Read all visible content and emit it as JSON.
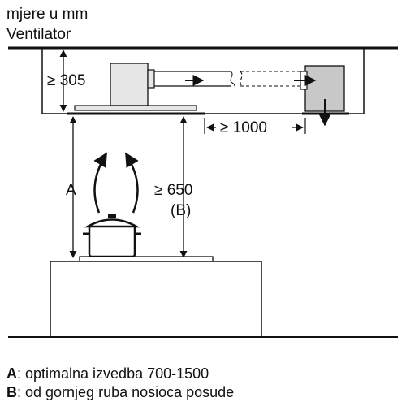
{
  "header": {
    "units": "mjere u mm",
    "title": "Ventilator"
  },
  "dimensions": {
    "ceiling_depth": "≥ 305",
    "duct_length": "≥ 1000",
    "height_a": "A",
    "height_b_value": "≥ 650",
    "height_b_note": "(B)"
  },
  "legend": [
    {
      "key": "A",
      "text": ": optimalna izvedba 700-1500"
    },
    {
      "key": "B",
      "text": ": od gornjeg ruba nosioca posude"
    }
  ],
  "colors": {
    "line": "#111111",
    "fan_fill": "#c8c8c8",
    "hood_fill": "#e6e6e6"
  }
}
